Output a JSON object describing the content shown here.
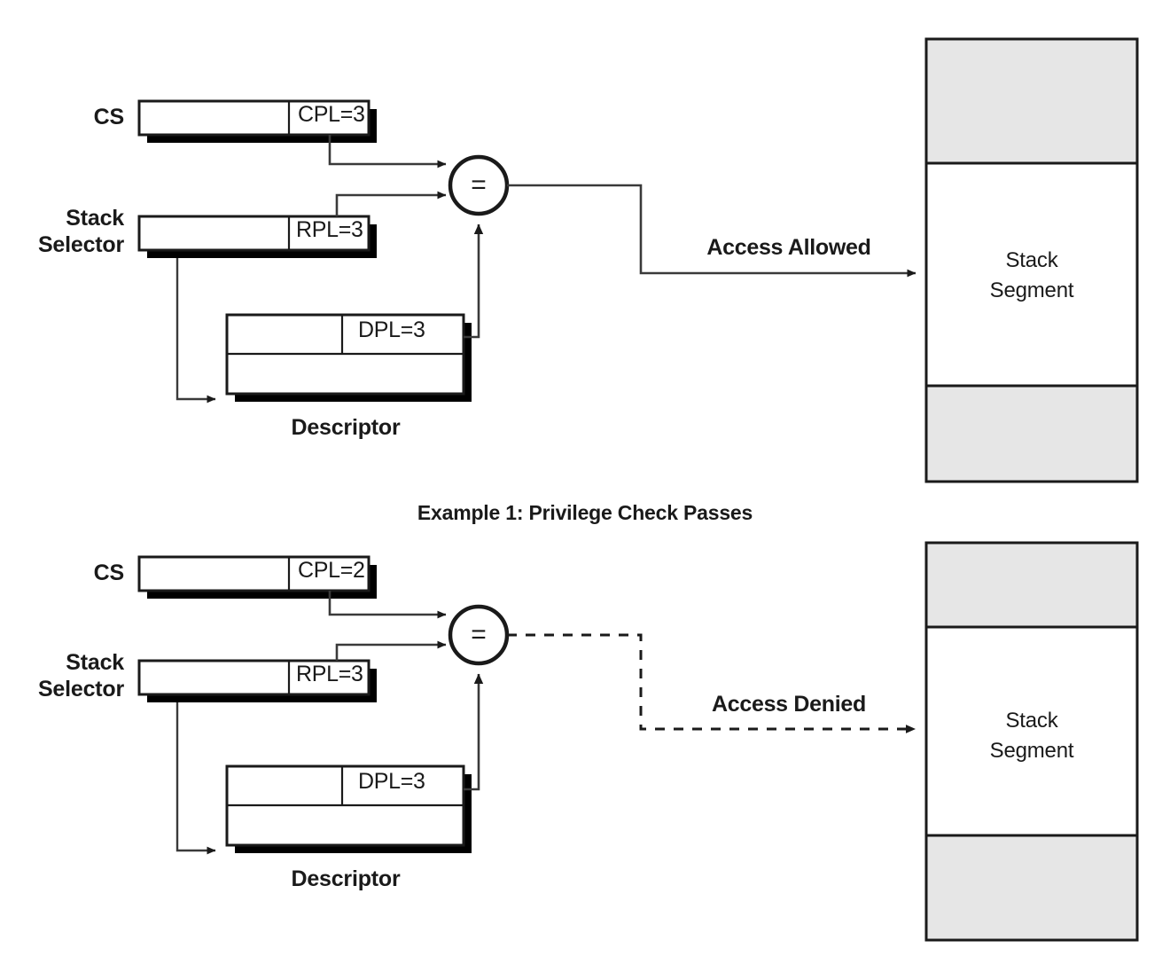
{
  "diagram": {
    "title_visible": false,
    "colors": {
      "ink": "#1a1a1a",
      "line": "#3a3a3a",
      "shadow": "#000000",
      "segment_fill_gray": "#e6e6e6",
      "segment_fill_white": "#ffffff",
      "page_background": "#ffffff"
    },
    "operator_symbol": "=",
    "examples": [
      {
        "id": "example-1",
        "caption": "Example 1: Privilege Check Passes",
        "cs": {
          "label": "CS",
          "field_value": "CPL=3"
        },
        "stack_selector": {
          "label_line1": "Stack",
          "label_line2": "Selector",
          "field_value": "RPL=3"
        },
        "descriptor": {
          "label": "Descriptor",
          "field_value": "DPL=3"
        },
        "result": {
          "label": "Access Allowed",
          "line_style": "solid",
          "allowed": true
        },
        "segment": {
          "label_line1": "Stack",
          "label_line2": "Segment"
        }
      },
      {
        "id": "example-2",
        "caption": "",
        "cs": {
          "label": "CS",
          "field_value": "CPL=2"
        },
        "stack_selector": {
          "label_line1": "Stack",
          "label_line2": "Selector",
          "field_value": "RPL=3"
        },
        "descriptor": {
          "label": "Descriptor",
          "field_value": "DPL=3"
        },
        "result": {
          "label": "Access Denied",
          "line_style": "dashed",
          "allowed": false
        },
        "segment": {
          "label_line1": "Stack",
          "label_line2": "Segment"
        }
      }
    ]
  }
}
